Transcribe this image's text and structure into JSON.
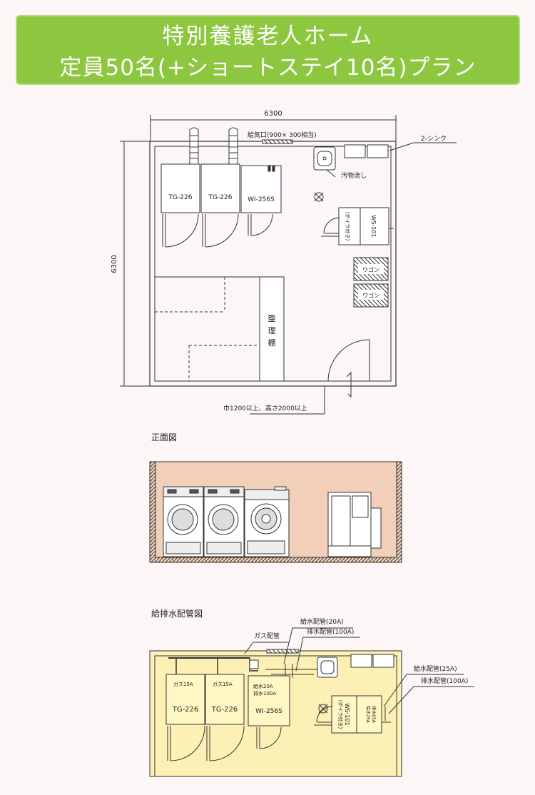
{
  "banner": {
    "line1": "特別養護老人ホーム",
    "line2": "定員50名(+ショートステイ10名)プラン"
  },
  "plan": {
    "dim_width": "6300",
    "dim_height": "6300",
    "vent": "給気口(900× 300相当)",
    "sink2": "2-シンク",
    "dirty_sink": "汚物流し",
    "machine1": "TG-226",
    "machine2": "TG-226",
    "machine3": "WI-256S",
    "ws": "WS-101",
    "ws_sub": "(ボイラ付き)",
    "wagon1": "ワゴン",
    "wagon2": "ワゴン",
    "shelf": [
      "整",
      "理",
      "棚"
    ],
    "door_note": "巾1200以上、高さ2000以上"
  },
  "front": {
    "title": "正面図"
  },
  "piping": {
    "title": "給排水配管図",
    "gas": "ガス配管",
    "water20": "給水配管(20A)",
    "drain100a": "排水配管(100A)",
    "water25": "給水配管(25A)",
    "drain100b": "排水配管(100A)",
    "m1": "TG-226",
    "m2": "TG-226",
    "m3": "WI-256S",
    "g1": "ガス15A",
    "g2": "ガス15A",
    "w3a": "給水20A",
    "w3b": "排水100A",
    "ws": "WS-101",
    "ws_sub": "(ボイラ付き)",
    "ws_w": "給水25A",
    "ws_d": "排水65A"
  }
}
